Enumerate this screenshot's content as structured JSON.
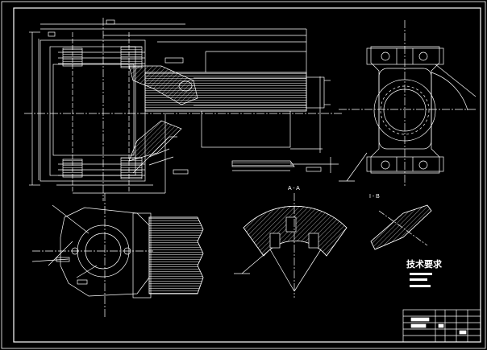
{
  "drawing": {
    "colors": {
      "background": "#000000",
      "outline": "#ffffff",
      "centerline": "#ffffff",
      "hatch": "#ffffff"
    },
    "section_aa_label": "A - A",
    "section_bb_label": "I - B",
    "tech_requirements_title": "技术要求",
    "note_lines": [
      "",
      "",
      ""
    ],
    "title_block": {
      "rows": 5,
      "cols": 6
    }
  }
}
